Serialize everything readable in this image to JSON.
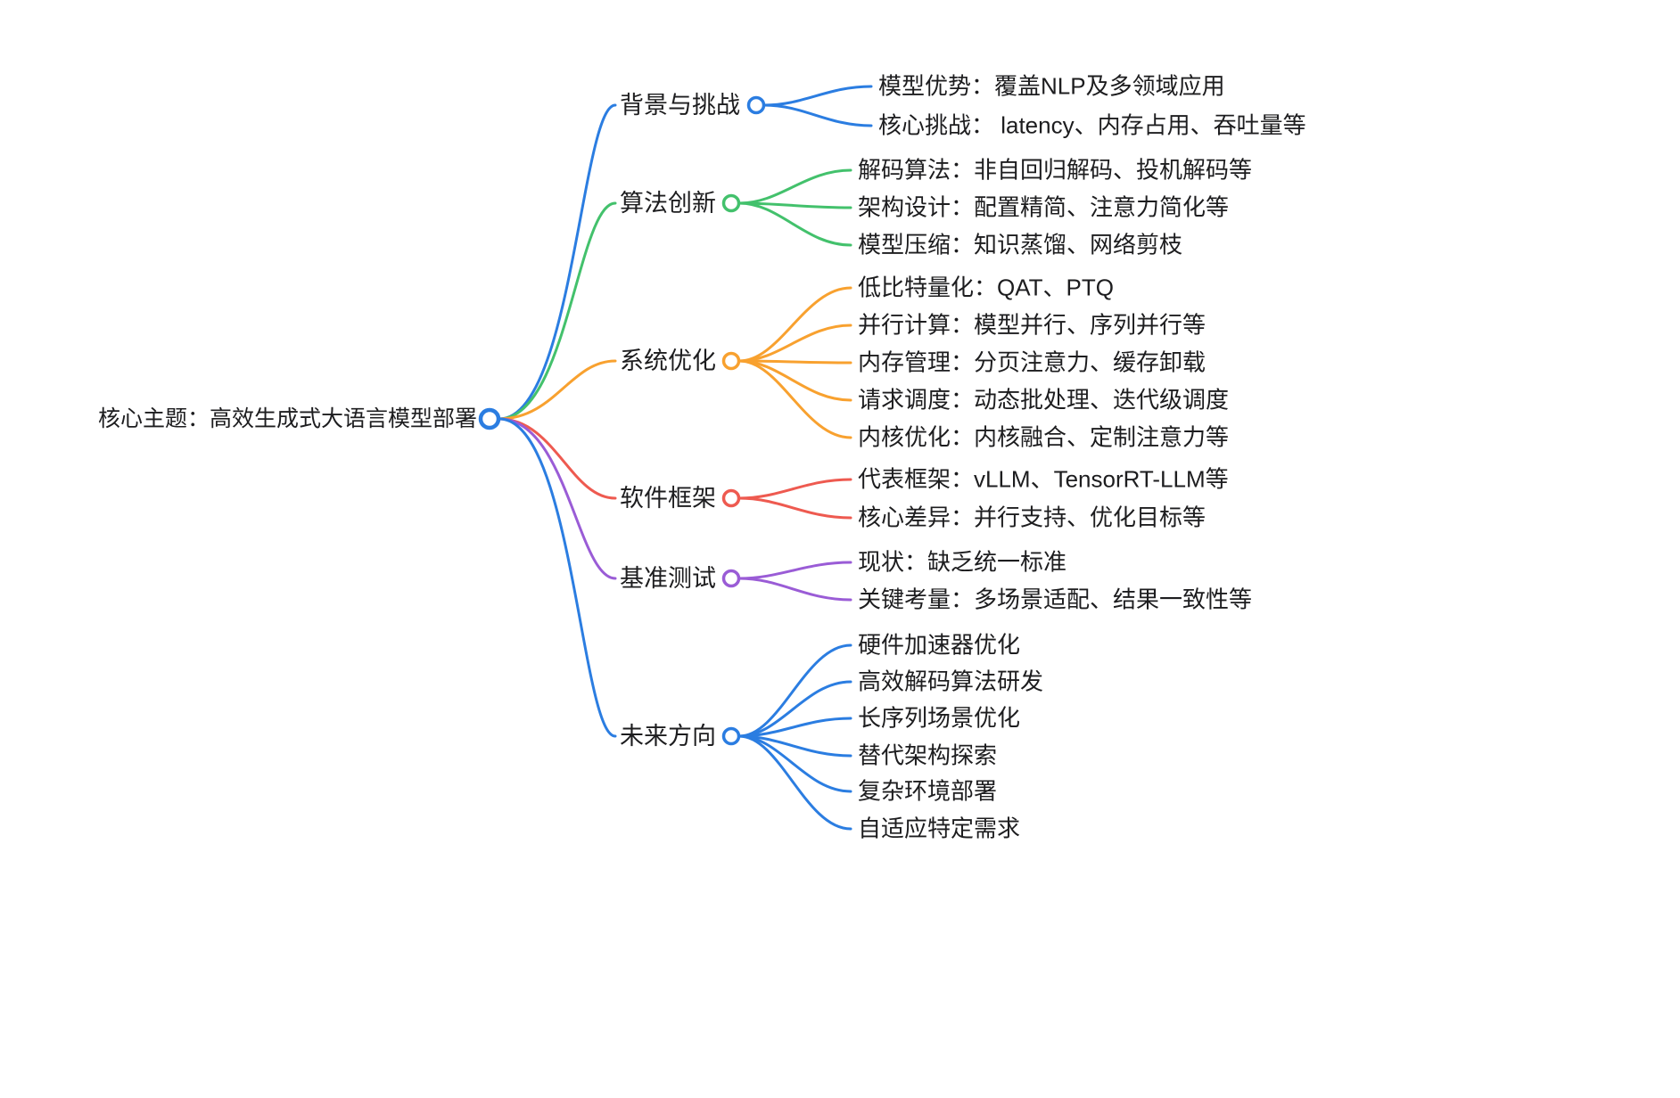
{
  "root": {
    "label": "核心主题：高效生成式大语言模型部署",
    "color": "#2B7DE1"
  },
  "branches": [
    {
      "label": "背景与挑战",
      "color": "#2B7DE1",
      "children": [
        {
          "text": "模型优势：覆盖NLP及多领域应用"
        },
        {
          "text": "核心挑战： latency、内存占用、吞吐量等"
        }
      ]
    },
    {
      "label": "算法创新",
      "color": "#43C16C",
      "children": [
        {
          "text": "解码算法：非自回归解码、投机解码等"
        },
        {
          "text": "架构设计：配置精简、注意力简化等"
        },
        {
          "text": "模型压缩：知识蒸馏、网络剪枝"
        }
      ]
    },
    {
      "label": "系统优化",
      "color": "#F8A12F",
      "children": [
        {
          "text": "低比特量化：QAT、PTQ"
        },
        {
          "text": "并行计算：模型并行、序列并行等"
        },
        {
          "text": "内存管理：分页注意力、缓存卸载"
        },
        {
          "text": "请求调度：动态批处理、迭代级调度"
        },
        {
          "text": "内核优化：内核融合、定制注意力等"
        }
      ]
    },
    {
      "label": "软件框架",
      "color": "#EE5A50",
      "children": [
        {
          "text": "代表框架：vLLM、TensorRT-LLM等"
        },
        {
          "text": "核心差异：并行支持、优化目标等"
        }
      ]
    },
    {
      "label": "基准测试",
      "color": "#9A5CD6",
      "children": [
        {
          "text": "现状：缺乏统一标准"
        },
        {
          "text": "关键考量：多场景适配、结果一致性等"
        }
      ]
    },
    {
      "label": "未来方向",
      "color": "#2B7DE1",
      "children": [
        {
          "text": "硬件加速器优化"
        },
        {
          "text": "高效解码算法研发"
        },
        {
          "text": "长序列场景优化"
        },
        {
          "text": "替代架构探索"
        },
        {
          "text": "复杂环境部署"
        },
        {
          "text": "自适应特定需求"
        }
      ]
    }
  ]
}
